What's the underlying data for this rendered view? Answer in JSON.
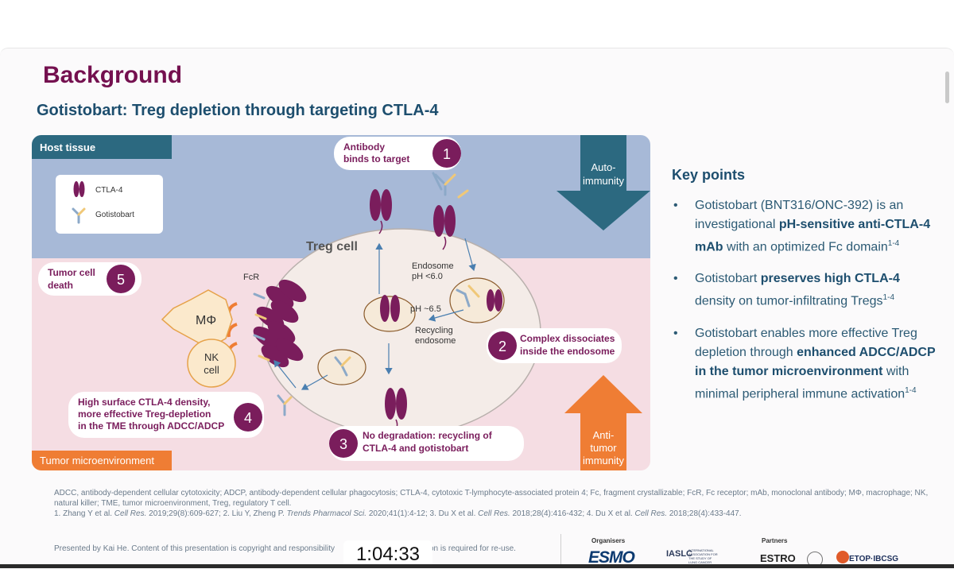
{
  "slide": {
    "title": "Background",
    "subtitle": "Gotistobart: Treg depletion through targeting CTLA-4"
  },
  "diagram": {
    "host_tissue_label": "Host tissue",
    "tumor_env_label": "Tumor microenvironment",
    "legend": {
      "ctla4": "CTLA-4",
      "gotistobart": "Gotistobart"
    },
    "autoimmunity": [
      "Auto-",
      "immunity"
    ],
    "antitumor": [
      "Anti-",
      "tumor",
      "immunity"
    ],
    "treg_label": "Treg cell",
    "endosome": [
      "Endosome",
      "pH <6.0"
    ],
    "recycling_ph": "pH ~6.5",
    "recycling_endosome": [
      "Recycling",
      "endosome"
    ],
    "fcr_label": "FcR",
    "macrophage_label": "MΦ",
    "nk_label": [
      "NK",
      "cell"
    ],
    "steps": [
      {
        "num": "1",
        "lines": [
          "Antibody",
          "binds to target"
        ]
      },
      {
        "num": "2",
        "lines": [
          "Complex dissociates",
          "inside the endosome"
        ]
      },
      {
        "num": "3",
        "lines": [
          "No degradation: recycling of",
          "CTLA-4 and gotistobart"
        ]
      },
      {
        "num": "4",
        "lines": [
          "High surface CTLA-4 density,",
          "more effective Treg-depletion",
          "in the TME through ADCC/ADCP"
        ]
      },
      {
        "num": "5",
        "lines": [
          "Tumor cell",
          "death"
        ]
      }
    ],
    "colors": {
      "plum": "#7a1d5c",
      "host_bg": "#a7b9d7",
      "tumor_bg": "#f5dde3",
      "teal": "#2c6980",
      "orange": "#ef7d34"
    }
  },
  "keypoints": {
    "title": "Key points",
    "items": [
      {
        "pre": "Gotistobart (BNT316/ONC-392) is an investigational ",
        "bold": "pH-sensitive anti-CTLA-4 mAb",
        "post": " with an optimized Fc domain",
        "sup": "1-4"
      },
      {
        "pre": "Gotistobart ",
        "bold": "preserves high CTLA-4",
        "post": " density on tumor-infiltrating Tregs",
        "sup": "1-4"
      },
      {
        "pre": "Gotistobart enables more effective Treg depletion through ",
        "bold": "enhanced ADCC/ADCP in the tumor microenvironment",
        "post": " with minimal peripheral immune activation",
        "sup": "1-4"
      }
    ]
  },
  "footnote": {
    "abbrev": "ADCC, antibody-dependent cellular cytotoxicity; ADCP, antibody-dependent cellular phagocytosis; CTLA-4, cytotoxic T-lymphocyte-associated protein 4; Fc, fragment crystallizable; FcR, Fc receptor; mAb, monoclonal antibody; MΦ, macrophage; NK, natural killer; TME, tumor microenvironment, Treg, regulatory T cell.",
    "refs": [
      {
        "pre": "1. Zhang Y et al. ",
        "journal": "Cell Res.",
        "post": " 2019;29(8):609-627; "
      },
      {
        "pre": "2. Liu Y, Zheng P. ",
        "journal": "Trends Pharmacol Sci.",
        "post": " 2020;41(1):4-12; "
      },
      {
        "pre": "3. Du X et al. ",
        "journal": "Cell Res.",
        "post": " 2018;28(4):416-432; "
      },
      {
        "pre": "4. Du X et al. ",
        "journal": "Cell Res.",
        "post": " 2018;28(4):433-447."
      }
    ]
  },
  "footer": {
    "presented": "Presented by Kai He. Content of this presentation is copyright and responsibility",
    "reuse": "on is required for re-use.",
    "organisers_label": "Organisers",
    "partners_label": "Partners",
    "esmo": "ESMO",
    "iaslc": "IASLC",
    "iaslc_sub": "INTERNATIONAL ASSOCIATION FOR THE STUDY OF LUNG CANCER",
    "estro": "ESTRO",
    "etop": "ETOP·IBCSG"
  },
  "player": {
    "timecode": "1:04:33"
  }
}
